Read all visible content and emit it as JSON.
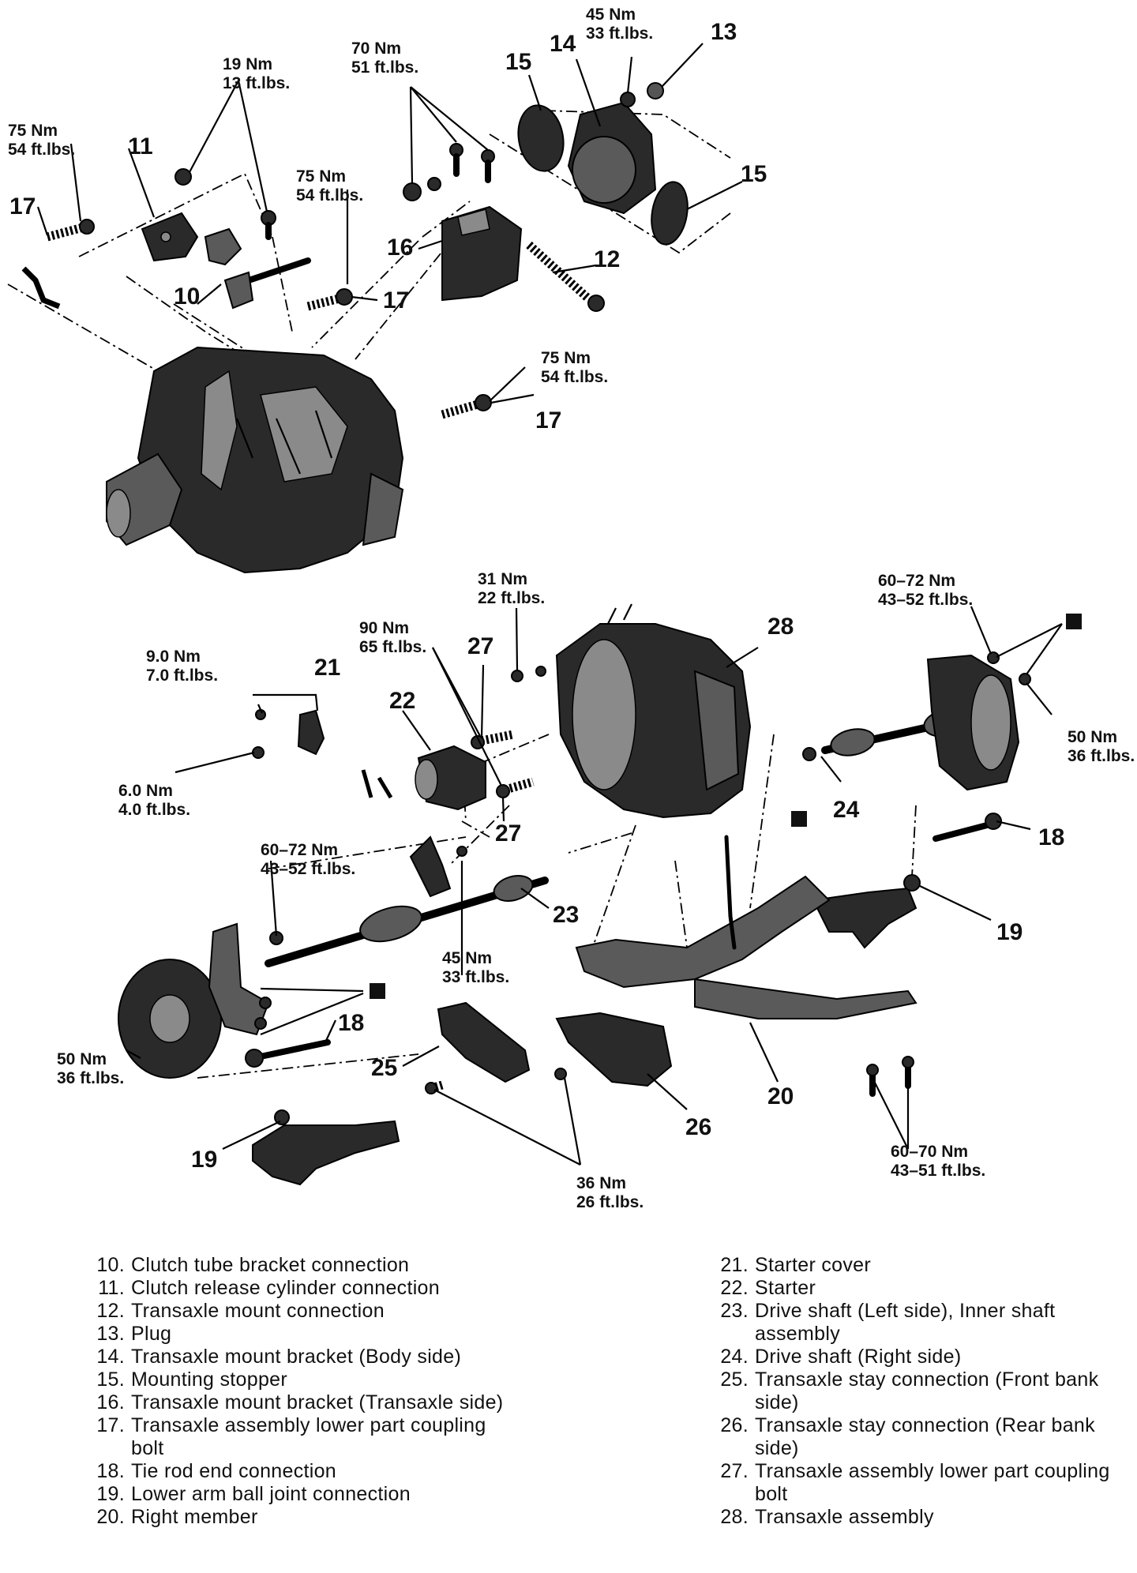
{
  "callouts": {
    "c10": "10",
    "c11": "11",
    "c12": "12",
    "c13": "13",
    "c14": "14",
    "c15a": "15",
    "c15b": "15",
    "c16": "16",
    "c17a": "17",
    "c17b": "17",
    "c17c": "17",
    "c18a": "18",
    "c18b": "18",
    "c19a": "19",
    "c19b": "19",
    "c20": "20",
    "c21": "21",
    "c22": "22",
    "c23": "23",
    "c24": "24",
    "c25": "25",
    "c26": "26",
    "c27a": "27",
    "c27b": "27",
    "c28": "28"
  },
  "torque": {
    "t45_33_top": [
      "45 Nm",
      "33 ft.lbs."
    ],
    "t70_51": [
      "70 Nm",
      "51 ft.lbs."
    ],
    "t19_13": [
      "19 Nm",
      "13 ft.lbs."
    ],
    "t75_54_left": [
      "75 Nm",
      "54 ft.lbs."
    ],
    "t75_54_mid": [
      "75 Nm",
      "54 ft.lbs."
    ],
    "t75_54_right": [
      "75 Nm",
      "54 ft.lbs."
    ],
    "t31_22": [
      "31 Nm",
      "22 ft.lbs."
    ],
    "t60_72_right": [
      "60–72 Nm",
      "43–52 ft.lbs."
    ],
    "t90_65": [
      "90 Nm",
      "65 ft.lbs."
    ],
    "t9_7": [
      "9.0 Nm",
      "7.0 ft.lbs."
    ],
    "t6_4": [
      "6.0 Nm",
      "4.0 ft.lbs."
    ],
    "t50_36_right": [
      "50 Nm",
      "36 ft.lbs."
    ],
    "t60_72_left": [
      "60–72 Nm",
      "43–52 ft.lbs."
    ],
    "t45_33_mid": [
      "45 Nm",
      "33 ft.lbs."
    ],
    "t50_36_left": [
      "50 Nm",
      "36 ft.lbs."
    ],
    "t36_26": [
      "36 Nm",
      "26 ft.lbs."
    ],
    "t60_70": [
      "60–70 Nm",
      "43–51 ft.lbs."
    ]
  },
  "legend": {
    "left": [
      {
        "num": "10.",
        "text": "Clutch tube bracket connection"
      },
      {
        "num": "11.",
        "text": "Clutch release cylinder connection"
      },
      {
        "num": "12.",
        "text": "Transaxle mount connection"
      },
      {
        "num": "13.",
        "text": "Plug"
      },
      {
        "num": "14.",
        "text": "Transaxle mount bracket (Body side)"
      },
      {
        "num": "15.",
        "text": "Mounting stopper"
      },
      {
        "num": "16.",
        "text": "Transaxle mount bracket (Transaxle side)"
      },
      {
        "num": "17.",
        "text": "Transaxle assembly lower part coupling bolt"
      },
      {
        "num": "18.",
        "text": "Tie rod end connection"
      },
      {
        "num": "19.",
        "text": "Lower arm ball joint connection"
      },
      {
        "num": "20.",
        "text": "Right member"
      }
    ],
    "right": [
      {
        "num": "21.",
        "text": "Starter cover"
      },
      {
        "num": "22.",
        "text": "Starter"
      },
      {
        "num": "23.",
        "text": "Drive shaft (Left side), Inner shaft assembly"
      },
      {
        "num": "24.",
        "text": "Drive shaft (Right side)"
      },
      {
        "num": "25.",
        "text": "Transaxle stay connection (Front bank side)"
      },
      {
        "num": "26.",
        "text": "Transaxle stay connection (Rear bank side)"
      },
      {
        "num": "27.",
        "text": "Transaxle assembly lower part coupling bolt"
      },
      {
        "num": "28.",
        "text": "Transaxle assembly"
      }
    ]
  }
}
